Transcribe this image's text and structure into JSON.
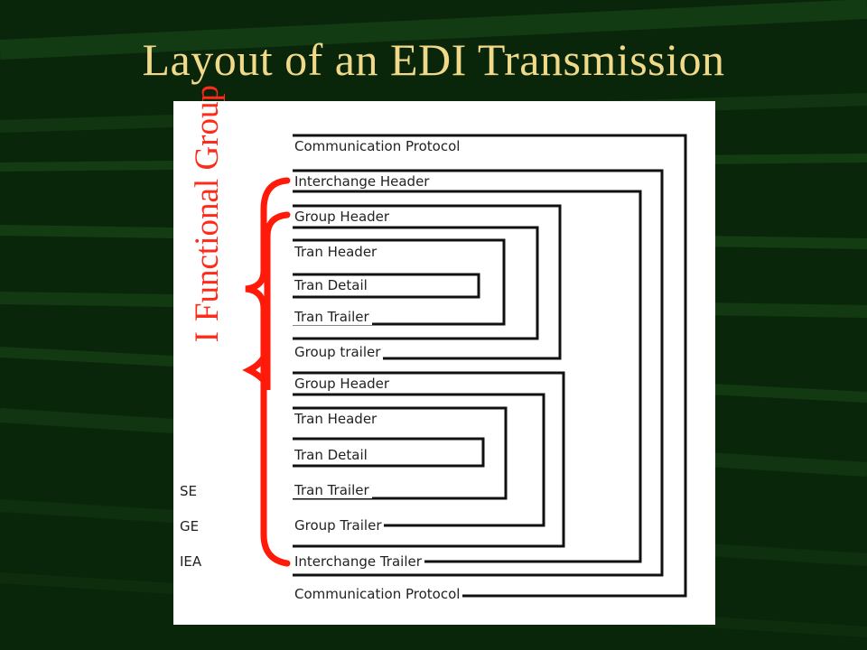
{
  "slide": {
    "title": "Layout of an EDI Transmission",
    "colors": {
      "background": "#0b2a0b",
      "title": "#f1d98a",
      "brace": "#ff1a0a",
      "panel": "#ffffff"
    }
  },
  "diagram": {
    "segments": [
      "Communication  Protocol",
      "Interchange  Header",
      "Group Header",
      "Tran Header",
      "Tran  Detail",
      "Tran  Trailer",
      "Group  trailer",
      "Group Header",
      "Tran Header",
      "Tran  Detail",
      "Tran  Trailer",
      "Group  Trailer",
      "Interchange  Trailer",
      "Communication  Protocol"
    ],
    "codes": [
      "SE",
      "GE",
      "IEA"
    ],
    "vertical_label": "Functional Group",
    "vertical_label_clipped": "I"
  }
}
